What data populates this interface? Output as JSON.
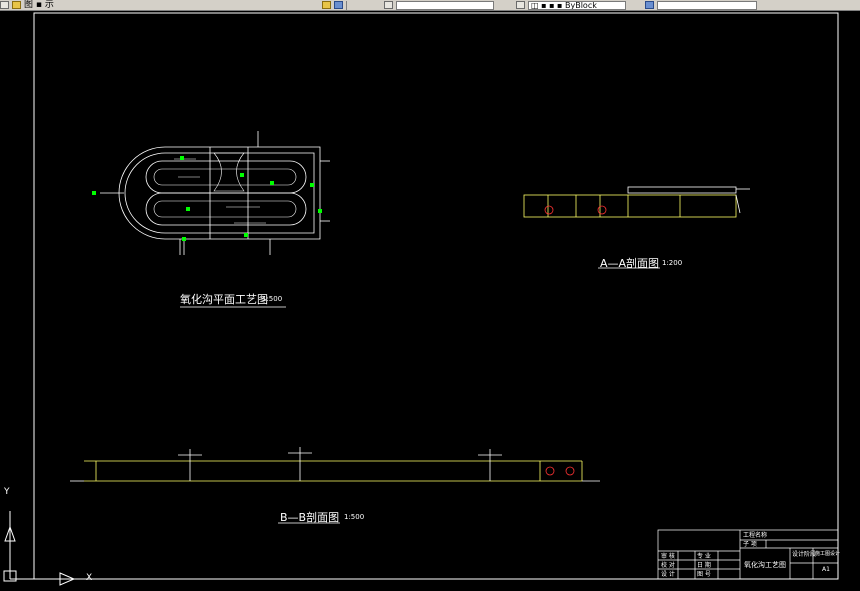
{
  "toolbar": {
    "layer_text": "图 ▪ 示",
    "combo_1": "",
    "combo_2": "◫ ▪ ▪ ▪ ByBlock",
    "combo_3": ""
  },
  "drawing": {
    "plan_title": "氧化沟平面工艺图",
    "plan_scale": "1:500",
    "section_aa_title": "A—A剖面图",
    "section_aa_scale": "1:200",
    "section_bb_title": "B—B剖面图",
    "section_bb_scale": "1:500"
  },
  "title_block": {
    "project": "工程名称",
    "sub": "子  项",
    "drawing_name": "氧化沟工艺图",
    "stage": "设计阶段",
    "stage_value": "施工图设计",
    "sheet_size": "A1",
    "rows_left": [
      "审 核",
      "校 对",
      "设 计"
    ],
    "rows_mid": [
      "专 业",
      "日 期",
      "图 号"
    ]
  },
  "ucs": {
    "y_axis": "Y",
    "x_axis": "X"
  },
  "colors": {
    "background": "#000000",
    "lines": "#ffffff",
    "pipes": "#ffff66",
    "green": "#00ff00",
    "red": "#ff3333",
    "cyan": "#00ffff"
  }
}
